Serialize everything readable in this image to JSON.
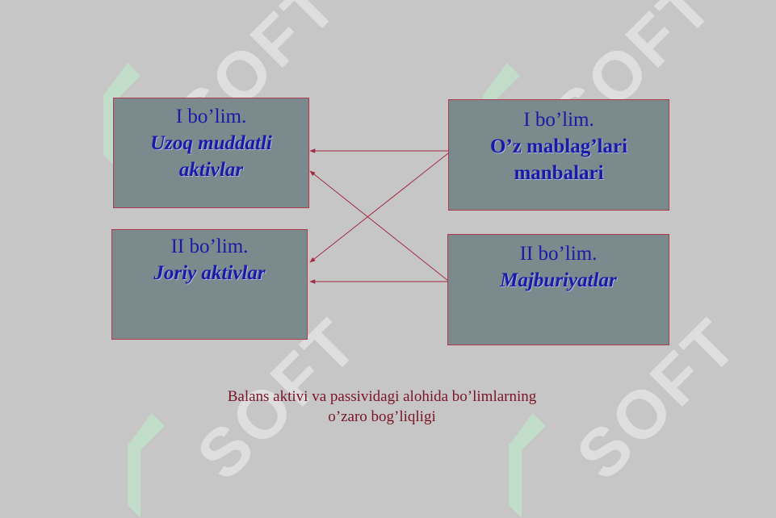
{
  "watermark": {
    "text": "SOFT",
    "color": "#ffffff",
    "logo_color": "#bfe3c9"
  },
  "colors": {
    "background": "#c6c6c6",
    "box_fill": "#7b8a8c",
    "box_border": "#b03a4e",
    "box_text": "#1a1aa8",
    "arrow": "#a22a44",
    "caption": "#7a1428"
  },
  "assets": {
    "header": "I bo’lim.",
    "subtitle": "Uzoq muddatli aktivlar"
  },
  "current_assets": {
    "header": "II bo’lim.",
    "subtitle": "Joriy aktivlar"
  },
  "equity": {
    "header": "I bo’lim.",
    "subtitle": "O’z mablag’lari manbalari"
  },
  "liabilities": {
    "header": "II bo’lim.",
    "subtitle": "Majburiyatlar"
  },
  "caption": {
    "line1": "Balans aktivi va passividagi alohida bo’limlarning",
    "line2": "o’zaro bog’liqligi"
  }
}
